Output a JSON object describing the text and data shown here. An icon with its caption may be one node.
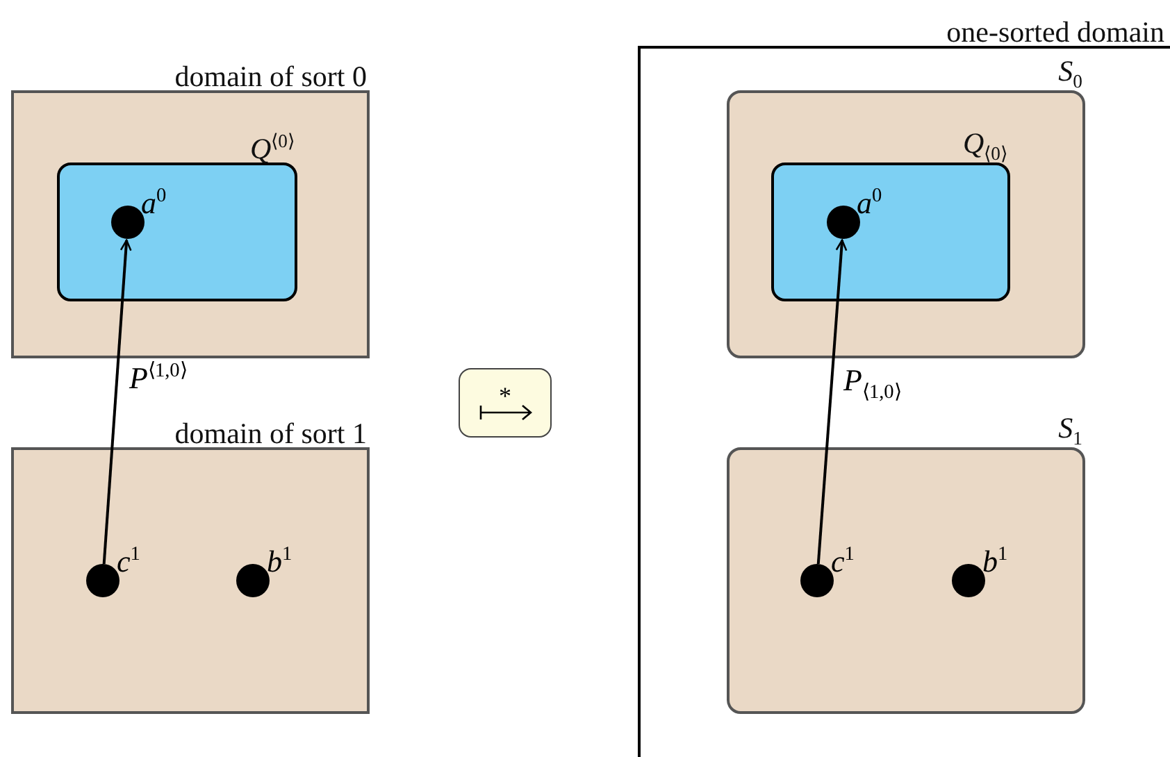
{
  "diagram": {
    "nodes": [
      {
        "text": [
          "domain of sort 0"
        ]
      },
      {
        "text": [
          "Q$^{⟨0⟩}$"
        ],
        "in": 0
      },
      {
        "text": [
          "a$^{0}$"
        ],
        "in": 1
      },
      {
        "text": [
          "domain of sort 1"
        ]
      },
      {
        "text": [
          "c$^{1}$"
        ],
        "in": 3
      },
      {
        "text": [
          "b$^{1}$"
        ],
        "in": 3
      },
      {
        "text": [
          "*"
        ]
      },
      {
        "text": [
          "one-sorted domain"
        ]
      },
      {
        "text": [
          "S$_{0}$"
        ],
        "in": 7
      },
      {
        "text": [
          "Q$_{⟨0⟩}$"
        ],
        "in": 8
      },
      {
        "text": [
          "a$^{0}$"
        ],
        "in": 9
      },
      {
        "text": [
          "S$_{1}$"
        ],
        "in": 7
      },
      {
        "text": [
          "c$^{1}$"
        ],
        "in": 11
      },
      {
        "text": [
          "b$^{1}$"
        ],
        "in": 11
      }
    ],
    "edges": [
      {
        "from": 4,
        "to": 2,
        "arrow": "to",
        "label": "P$^{⟨1,0⟩}$"
      },
      {
        "from": 12,
        "to": 10,
        "arrow": "to",
        "label": "P$_{⟨1,0⟩}$"
      }
    ]
  }
}
